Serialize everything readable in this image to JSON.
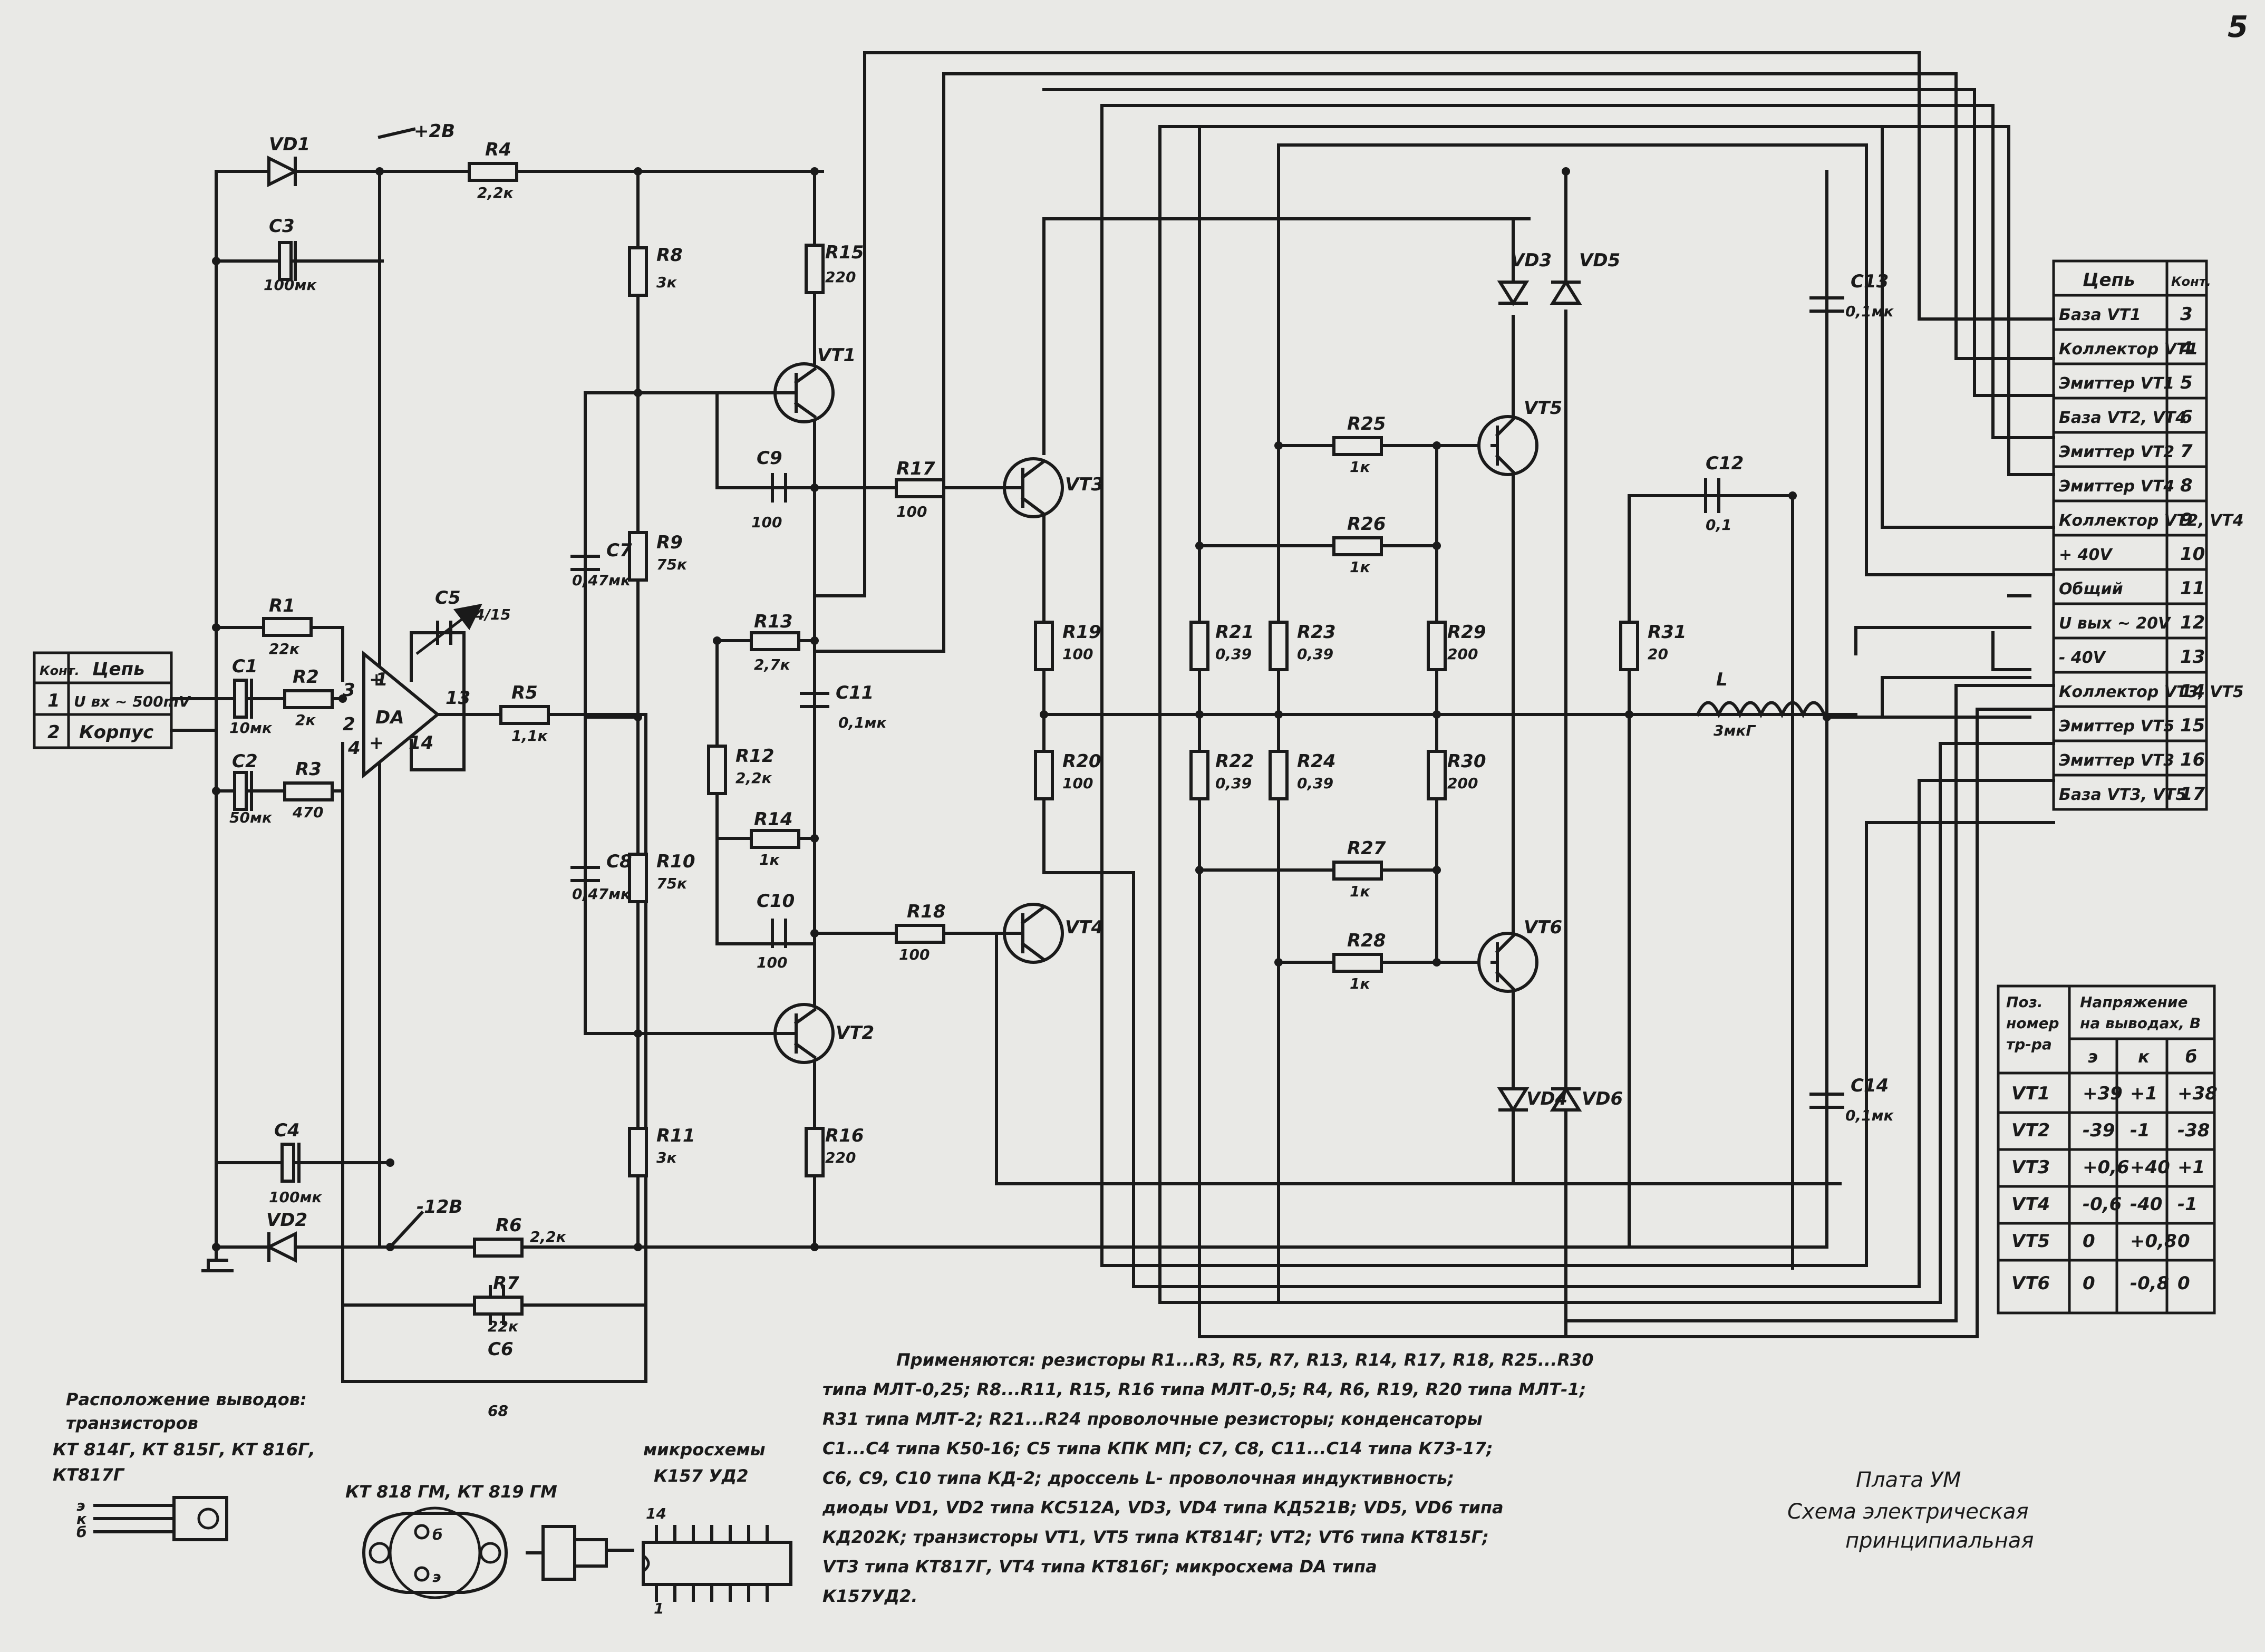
{
  "page_number": "5",
  "title": {
    "line1": "Плата УМ",
    "line2": "Схема электрическая",
    "line3": "принципиальная"
  },
  "net_labels": {
    "plus": "+2В",
    "minus": "-12В"
  },
  "components": {
    "VD1": "VD1",
    "VD2": "VD2",
    "VD3": "VD3",
    "VD4": "VD4",
    "VD5": "VD5",
    "VD6": "VD6",
    "C1": "C1",
    "C1v": "10мк",
    "C2": "C2",
    "C2v": "50мк",
    "C3": "C3",
    "C3v": "100мк",
    "C4": "C4",
    "C4v": "100мк",
    "C5": "C5",
    "C5v": "4/15",
    "C6": "C6",
    "C6v": "68",
    "C7": "C7",
    "C7v": "0,47мк",
    "C8": "C8",
    "C8v": "0,47мк",
    "C9": "C9",
    "C9v": "100",
    "C10": "C10",
    "C10v": "100",
    "C11": "C11",
    "C11v": "0,1мк",
    "C12": "C12",
    "C12v": "0,1",
    "C13": "C13",
    "C13v": "0,1мк",
    "C14": "C14",
    "C14v": "0,1мк",
    "R1": "R1",
    "R1v": "22к",
    "R2": "R2",
    "R2v": "2к",
    "R3": "R3",
    "R3v": "470",
    "R4": "R4",
    "R4v": "2,2к",
    "R5": "R5",
    "R5v": "1,1к",
    "R6": "R6",
    "R6v": "2,2к",
    "R7": "R7",
    "R7v": "22к",
    "R8": "R8",
    "R8v": "3к",
    "R9": "R9",
    "R9v": "75к",
    "R10": "R10",
    "R10v": "75к",
    "R11": "R11",
    "R11v": "3к",
    "R12": "R12",
    "R12v": "2,2к",
    "R13": "R13",
    "R13v": "2,7к",
    "R14": "R14",
    "R14v": "1к",
    "R15": "R15",
    "R15v": "220",
    "R16": "R16",
    "R16v": "220",
    "R17": "R17",
    "R17v": "100",
    "R18": "R18",
    "R18v": "100",
    "R19": "R19",
    "R19v": "100",
    "R20": "R20",
    "R20v": "100",
    "R21": "R21",
    "R21v": "0,39",
    "R22": "R22",
    "R22v": "0,39",
    "R23": "R23",
    "R23v": "0,39",
    "R24": "R24",
    "R24v": "0,39",
    "R25": "R25",
    "R25v": "1к",
    "R26": "R26",
    "R26v": "1к",
    "R27": "R27",
    "R27v": "1к",
    "R28": "R28",
    "R28v": "1к",
    "R29": "R29",
    "R29v": "200",
    "R30": "R30",
    "R30v": "200",
    "R31": "R31",
    "R31v": "20",
    "L": "L",
    "Lv": "3мкГ",
    "VT1": "VT1",
    "VT2": "VT2",
    "VT3": "VT3",
    "VT4": "VT4",
    "VT5": "VT5",
    "VT6": "VT6",
    "DA": "DA",
    "da_pins": {
      "p1": "1",
      "p2": "2",
      "p3": "3",
      "p13": "13",
      "p14": "14",
      "p4": "4"
    }
  },
  "input_table": {
    "head": [
      "Конт.",
      "Цепь"
    ],
    "rows": [
      [
        "1",
        "U вх ~ 500mV"
      ],
      [
        "2",
        "Корпус"
      ]
    ]
  },
  "connector_table": {
    "head": [
      "Цепь",
      "Конт."
    ],
    "rows": [
      [
        "База VT1",
        "3"
      ],
      [
        "Коллектор VT1",
        "4"
      ],
      [
        "Эмиттер VT1",
        "5"
      ],
      [
        "База VT2, VT4",
        "6"
      ],
      [
        "Эмиттер VT2",
        "7"
      ],
      [
        "Эмиттер VT4",
        "8"
      ],
      [
        "Коллектор VT2, VT4",
        "9"
      ],
      [
        "+ 40V",
        "10"
      ],
      [
        "Общий",
        "11"
      ],
      [
        "U вых ~ 20V",
        "12"
      ],
      [
        "- 40V",
        "13"
      ],
      [
        "Коллектор VT3, VT5",
        "14"
      ],
      [
        "Эмиттер VT5",
        "15"
      ],
      [
        "Эмиттер VT3",
        "16"
      ],
      [
        "База VT3, VT5",
        "17"
      ]
    ]
  },
  "voltage_table": {
    "head_pos": [
      "Поз.",
      "номер",
      "тр-ра"
    ],
    "head_main": [
      "Напряжение",
      "на выводах, В"
    ],
    "head_cols": [
      "э",
      "к",
      "б"
    ],
    "rows": [
      [
        "VT1",
        "+39",
        "+1",
        "+38"
      ],
      [
        "VT2",
        "-39",
        "-1",
        "-38"
      ],
      [
        "VT3",
        "+0,6",
        "+40",
        "+1"
      ],
      [
        "VT4",
        "-0,6",
        "-40",
        "-1"
      ],
      [
        "VT5",
        "0",
        "+0,8",
        "0"
      ],
      [
        "VT6",
        "0",
        "-0,8",
        "0"
      ]
    ]
  },
  "pinout": {
    "title": "Расположение выводов:",
    "line2": "транзисторов",
    "line3": "КТ 814Г, КТ 815Г, КТ 816Г,",
    "line4": "КТ817Г",
    "pins": [
      "э",
      "к",
      "б"
    ],
    "kt_label": "КТ 818 ГМ, КТ 819 ГМ",
    "kt_b": "б",
    "kt_e": "э",
    "chip_title": "микросхемы",
    "chip_name": "К157 УД2",
    "chip_pin14": "14",
    "chip_pin1": "1"
  },
  "notes": [
    "Применяются: резисторы R1...R3, R5, R7, R13, R14, R17, R18, R25...R30",
    "типа МЛТ-0,25; R8...R11, R15, R16 типа МЛТ-0,5; R4, R6, R19, R20 типа МЛТ-1;",
    "R31 типа МЛТ-2; R21...R24 проволочные резисторы; конденсаторы",
    "C1...C4 типа К50-16; C5 типа КПК МП; C7, C8, C11...C14 типа К73-17;",
    "C6, C9, C10 типа КД-2; дроссель L- проволочная индуктивность;",
    "диоды VD1, VD2 типа КС512А, VD3, VD4 типа КД521В; VD5, VD6 типа",
    "КД202К; транзисторы VT1, VT5 типа КТ814Г; VT2; VT6 типа КТ815Г;",
    "VT3 типа КТ817Г, VT4 типа КТ816Г; микросхема DA типа",
    "К157УД2."
  ]
}
